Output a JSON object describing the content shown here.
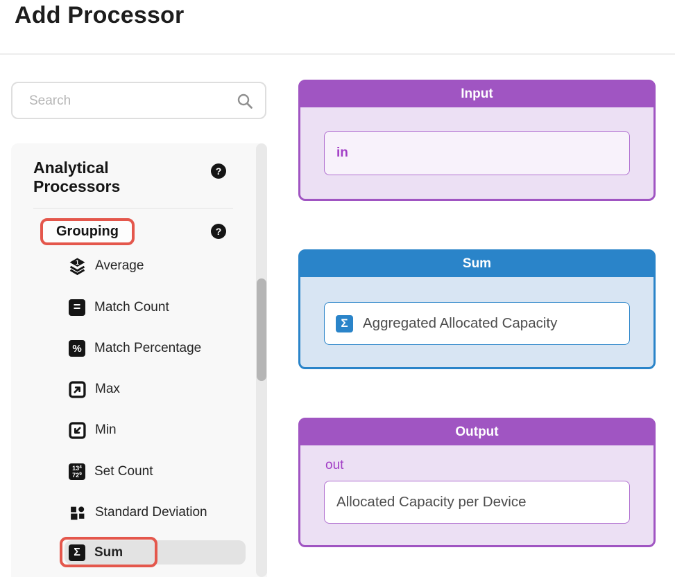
{
  "page": {
    "title": "Add Processor"
  },
  "search": {
    "placeholder": "Search"
  },
  "icons": {
    "question_mark": "?",
    "equals": "=",
    "percent": "%",
    "sigma": "Σ",
    "average_badge": "1",
    "set_count_top": "13",
    "set_count_top_small": "4",
    "set_count_bottom": "72",
    "set_count_bottom_small": "9"
  },
  "sidebar": {
    "heading": "Analytical Processors",
    "group_label": "Grouping",
    "items": [
      {
        "label": "Average",
        "selected": false
      },
      {
        "label": "Match Count",
        "selected": false
      },
      {
        "label": "Match Percentage",
        "selected": false
      },
      {
        "label": "Max",
        "selected": false
      },
      {
        "label": "Min",
        "selected": false
      },
      {
        "label": "Set Count",
        "selected": false
      },
      {
        "label": "Standard Deviation",
        "selected": false
      },
      {
        "label": "Sum",
        "selected": true
      }
    ]
  },
  "flow": {
    "input_box": {
      "title": "Input",
      "field_value": "in"
    },
    "sum_box": {
      "title": "Sum",
      "badge": "Σ",
      "field_value": "Aggregated Allocated Capacity"
    },
    "output_box": {
      "title": "Output",
      "port_label": "out",
      "field_value": "Allocated Capacity per Device"
    }
  },
  "colors": {
    "purple": "#A055C2",
    "purple_light": "#ECE0F4",
    "blue": "#2A84C9",
    "blue_light": "#D8E5F3",
    "annotation_red": "#E4574C",
    "selected_gray": "#E3E3E3"
  }
}
